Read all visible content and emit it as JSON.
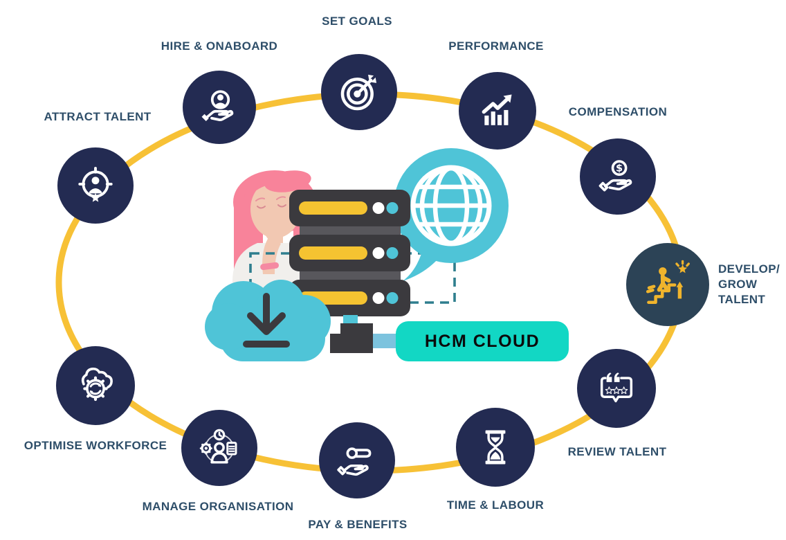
{
  "diagram": {
    "center": {
      "hcm_label": "HCM CLOUD",
      "illustration_icons": [
        "woman-facepalm-illustration",
        "server-stack-icon",
        "globe-speech-bubble-icon",
        "download-cloud-icon",
        "dashed-connector"
      ]
    },
    "nodes": [
      {
        "label": "ATTRACT TALENT",
        "icon": "person-target-star-icon"
      },
      {
        "label": "HIRE & ONABOARD",
        "icon": "person-over-hand-icon"
      },
      {
        "label": "SET GOALS",
        "icon": "dartboard-arrow-icon"
      },
      {
        "label": "PERFORMANCE",
        "icon": "growth-bars-arrow-icon"
      },
      {
        "label": "COMPENSATION",
        "icon": "dollar-coin-hand-icon"
      },
      {
        "lines": [
          "DEVELOP/",
          "GROW",
          "TALENT"
        ],
        "icon": "climb-stairs-star-icon"
      },
      {
        "label": "REVIEW TALENT",
        "icon": "feedback-bubble-stars-icon"
      },
      {
        "label": "TIME & LABOUR",
        "icon": "hourglass-icon"
      },
      {
        "label": "PAY & BENEFITS",
        "icon": "coin-giving-hands-icon"
      },
      {
        "label": "MANAGE ORGANISATION",
        "icon": "person-gear-clock-clipboard-icon"
      },
      {
        "label": "OPTIMISE WORKFORCE",
        "icon": "cloud-gear-sync-icon"
      }
    ],
    "colors": {
      "node_navy": "#232B52",
      "node_slate": "#2C4356",
      "ring_yellow": "#F7C136",
      "icon_yellow": "#F0B42C",
      "label_text": "#2E4E69",
      "teal": "#4FC4D7",
      "hcm_turquoise": "#12D7C4",
      "hcm_text": "#0B0B0C",
      "server_dark": "#3B3A3E",
      "server_yellow": "#F5C331",
      "hair_pink": "#F8839A",
      "skin": "#F2C8B2",
      "shirt": "#F1EFEC",
      "sky_bar": "#7CC3DE",
      "dashed_teal": "#2F7E8E",
      "icon_white": "#FFFFFF"
    }
  }
}
